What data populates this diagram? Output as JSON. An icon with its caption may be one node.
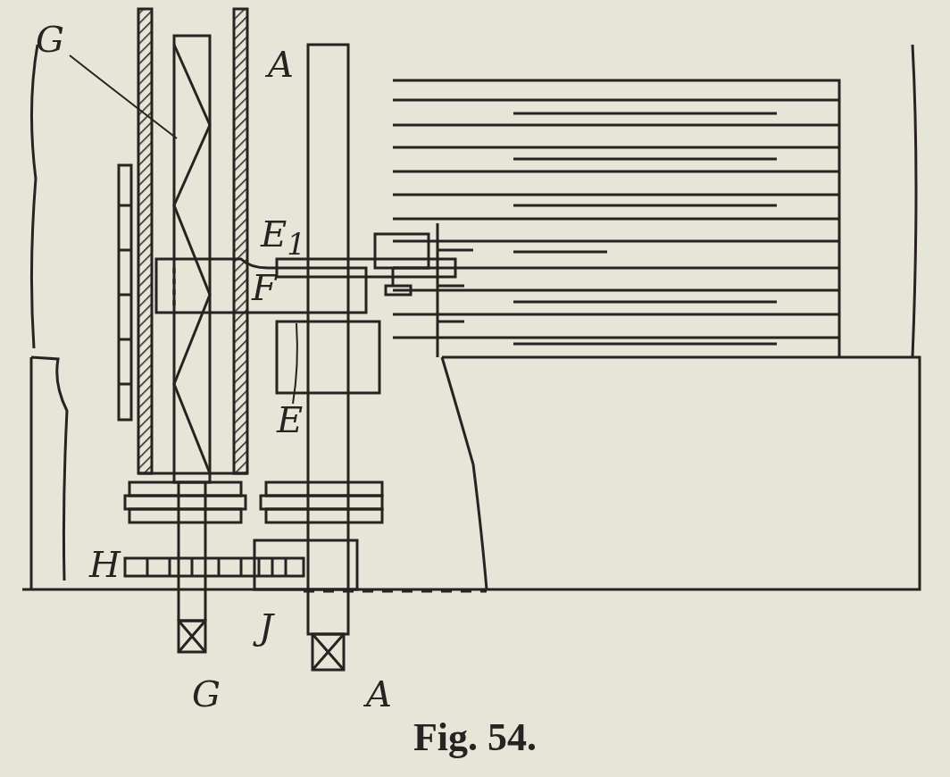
{
  "diagram": {
    "caption": "Fig. 54.",
    "nodes": [
      {
        "text": [
          "G"
        ]
      },
      {
        "text": [
          "E"
        ]
      }
    ],
    "edges": [
      {
        "from": 0,
        "to": null,
        "arrow": "none"
      },
      {
        "from": 1,
        "to": null,
        "arrow": "none"
      }
    ],
    "labels": [
      "A",
      "E$_{1}$",
      "F",
      "H",
      "J",
      "G",
      "A"
    ]
  }
}
